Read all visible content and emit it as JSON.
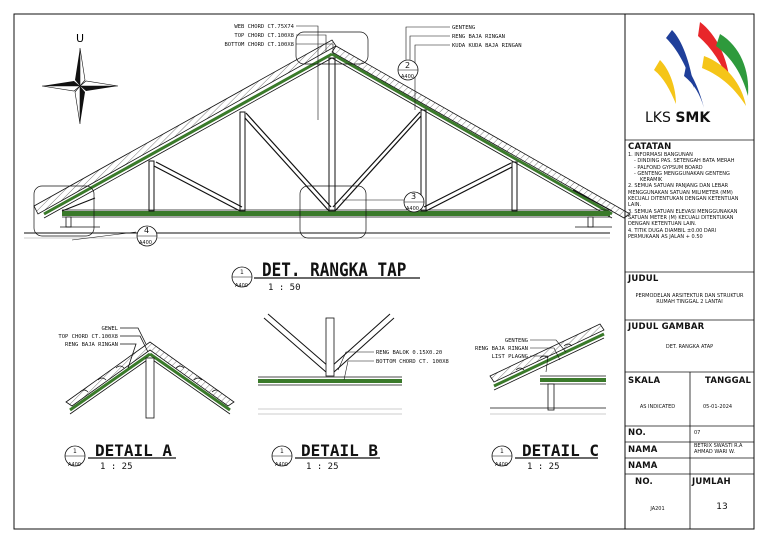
{
  "drawing": {
    "north_label": "U",
    "main_callouts_left": [
      "WEB CHORD CT.75X74",
      "TOP CHORD CT.100X8",
      "BOTTOM CHORD CT.100X8"
    ],
    "main_callouts_right": [
      "GENTENG",
      "RENG BAJA RINGAN",
      "KUDA KUDA BAJA RINGAN"
    ],
    "bubble_2": {
      "num": "2",
      "ref": "A400"
    },
    "bubble_3": {
      "num": "3",
      "ref": "A400"
    },
    "bubble_4": {
      "num": "4",
      "ref": "A400"
    },
    "main_title": {
      "num": "1",
      "ref": "A400",
      "title": "DET. RANGKA TAP",
      "scale": "1 : 50"
    },
    "detail_a": {
      "callouts": [
        "GEWEL",
        "TOP CHORD CT.100X8",
        "RENG BAJA RINGAN"
      ],
      "num": "1",
      "ref": "A400",
      "title": "DETAIL A",
      "scale": "1 : 25"
    },
    "detail_b": {
      "callouts": [
        "RENG BALOK 0.15X0.20",
        "BOTTOM CHORD CT. 100X8"
      ],
      "num": "1",
      "ref": "A400",
      "title": "DETAIL B",
      "scale": "1 : 25"
    },
    "detail_c": {
      "callouts": [
        "GENTENG",
        "RENG BAJA RINGAN",
        "LIST PLAGNG"
      ],
      "num": "1",
      "ref": "A400",
      "title": "DETAIL C",
      "scale": "1 : 25"
    }
  },
  "title_block": {
    "logo_text_a": "LKS",
    "logo_text_b": "SMK",
    "logo_colors": [
      "#1f3f9a",
      "#e8262a",
      "#f5c518",
      "#2e9a3c"
    ],
    "catatan_label": "CATATAN",
    "notes": [
      "1. INFORMASI BANGUNAN",
      "   - DINDING PAS. SETENGAH BATA MERAH",
      "   - PALFOND GYPSUM BOARD",
      "   - GENTENG MENGGUNAKAN GENTENG",
      "     KERAMIK",
      "2. SEMUA SATUAN PANJANG DAN LEBAR",
      "MENGGUNAKAN SATUAN MILIMETER (MM)",
      "KECUALI DITENTUKAN DENGAN KETENTUAN",
      "LAIN.",
      "3. SEMUA SATUAN ELEVASI MENGGUNAKAN",
      "SATUAN METER (M) KECUALI DITENTUKAN",
      "DENGAN KETENTUAN LAIN.",
      "4. TITIK DUGA DIAMBIL ±0.00 DARI",
      "PERMUKAAN AS JALAN + 0.50"
    ],
    "judul_label": "JUDUL",
    "judul_value_1": "PERMODELAN ARSITEKTUR DAN STRUKTUR",
    "judul_value_2": "RUMAH TINGGAL 2 LANTAI",
    "judul_gambar_label": "JUDUL GAMBAR",
    "judul_gambar_value": "DET. RANGKA ATAP",
    "skala_label": "SKALA",
    "tanggal_label": "TANGGAL",
    "skala_value": "AS INDICATED",
    "tanggal_value": "05-01-2024",
    "no_label": "NO.",
    "no_value": "07",
    "nama_label": "NAMA",
    "nama_value_1": "BETRIX SWASTI R.A",
    "nama_value_2": "AHMAD WARI W.",
    "nama2_label": "NAMA",
    "no2_label": "NO.",
    "jumlah_label": "JUMLAH",
    "sheet_code": "JA201",
    "jumlah_value": "13"
  }
}
